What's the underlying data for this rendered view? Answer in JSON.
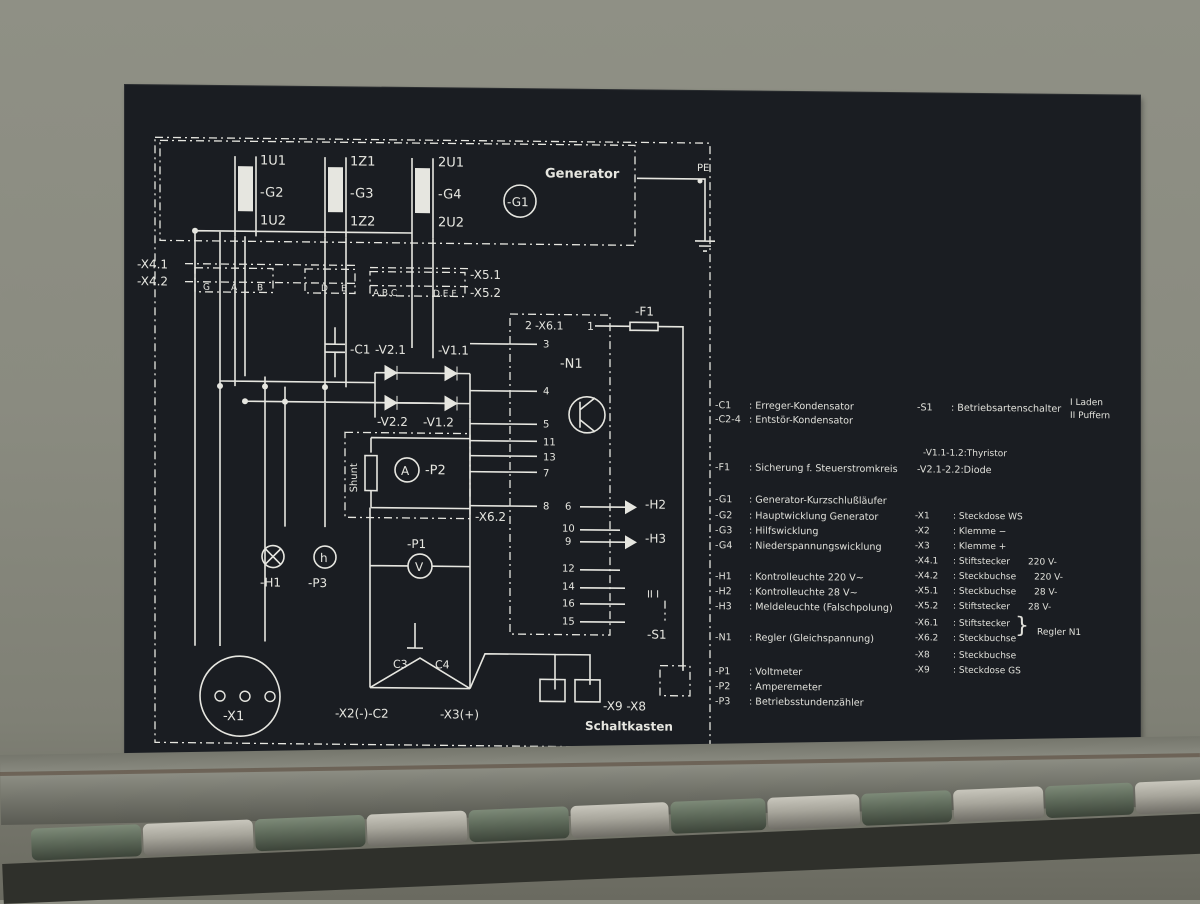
{
  "diagram": {
    "labels": {
      "u1": "1U1",
      "z1": "1Z1",
      "uu1": "2U1",
      "u2": "1U2",
      "z2": "1Z2",
      "uu2": "2U2",
      "g2": "-G2",
      "g3": "-G3",
      "g4": "-G4",
      "generator": "Generator",
      "g1": "-G1",
      "pe": "PE",
      "x41": "-X4.1",
      "x42": "-X4.2",
      "x51": "-X5.1",
      "x52": "-X5.2",
      "pin_g": "G",
      "pin_a": "A",
      "pin_b": "B",
      "pin_d": "D",
      "pin_e": "E",
      "pin_abc": "A.B.C",
      "pin_def": "D.E.F",
      "c1": "-C1",
      "v21": "-V2.1",
      "v11": "-V1.1",
      "v22": "-V2.2",
      "v12": "-V1.2",
      "shunt": "Shunt",
      "a": "A",
      "p2": "-P2",
      "p1": "-P1",
      "v": "V",
      "x62": "-X6.2",
      "x61": "-X6.1",
      "x61_2": "2",
      "x61_1": "1",
      "f1": "-F1",
      "n1": "-N1",
      "h1": "-H1",
      "p3": "-P3",
      "h": "h",
      "x1": "-X1",
      "c3": "C3",
      "c4": "C4",
      "x2": "-X2(-)-C2",
      "x3": "-X3(+)",
      "x9x8": "-X9 -X8",
      "schaltkasten": "Schaltkasten",
      "h2": "-H2",
      "h3": "-H3",
      "s1": "-S1",
      "s1_pos": "II I",
      "n1_pins": [
        "3",
        "4",
        "5",
        "11",
        "13",
        "7",
        "8"
      ],
      "h_pins": [
        "6",
        "10",
        "9",
        "12",
        "14",
        "16",
        "15"
      ]
    },
    "legend": [
      {
        "code": "-C1",
        "text": ": Erreger-Kondensator"
      },
      {
        "code": "-C2-4",
        "text": ": Entstör-Kondensator"
      },
      {
        "code": "-F1",
        "text": ": Sicherung f. Steuerstromkreis"
      },
      {
        "code": "-G1",
        "text": ": Generator-Kurzschlußläufer"
      },
      {
        "code": "-G2",
        "text": ": Hauptwicklung Generator"
      },
      {
        "code": "-G3",
        "text": ": Hilfswicklung"
      },
      {
        "code": "-G4",
        "text": ": Niederspannungswicklung"
      },
      {
        "code": "-H1",
        "text": ": Kontrolleuchte 220 V~"
      },
      {
        "code": "-H2",
        "text": ": Kontrolleuchte  28 V~"
      },
      {
        "code": "-H3",
        "text": ": Meldeleuchte (Falschpolung)"
      },
      {
        "code": "-N1",
        "text": ": Regler (Gleichspannung)"
      },
      {
        "code": "-P1",
        "text": ": Voltmeter"
      },
      {
        "code": "-P2",
        "text": ": Amperemeter"
      },
      {
        "code": "-P3",
        "text": ": Betriebsstundenzähler"
      }
    ],
    "legend_right": {
      "s1_code": "-S1",
      "s1_text": ": Betriebsartenschalter",
      "s1_modes": [
        "I Laden",
        "II Puffern"
      ],
      "thyristor": "-V1.1-1.2:Thyristor",
      "diode": "-V2.1-2.2:Diode",
      "x_items": [
        {
          "code": "-X1",
          "text": ": Steckdose WS",
          "val": ""
        },
        {
          "code": "-X2",
          "text": ": Klemme −",
          "val": ""
        },
        {
          "code": "-X3",
          "text": ": Klemme +",
          "val": ""
        },
        {
          "code": "-X4.1",
          "text": ": Stiftstecker",
          "val": "220 V-"
        },
        {
          "code": "-X4.2",
          "text": ": Steckbuchse",
          "val": "220 V-"
        },
        {
          "code": "-X5.1",
          "text": ": Steckbuchse",
          "val": "28 V-"
        },
        {
          "code": "-X5.2",
          "text": ": Stiftstecker",
          "val": "28 V-"
        },
        {
          "code": "-X6.1",
          "text": ": Stiftstecker",
          "val": ""
        },
        {
          "code": "-X6.2",
          "text": ": Steckbuchse",
          "val": ""
        },
        {
          "code": "-X8",
          "text": ": Steckbuchse",
          "val": ""
        },
        {
          "code": "-X9",
          "text": ": Steckdose GS",
          "val": ""
        }
      ],
      "regler": "Regler N1"
    }
  },
  "colors": {
    "plate": "#1a1d22",
    "ink": "#e6e6e0",
    "housing": "#8a8b80"
  }
}
